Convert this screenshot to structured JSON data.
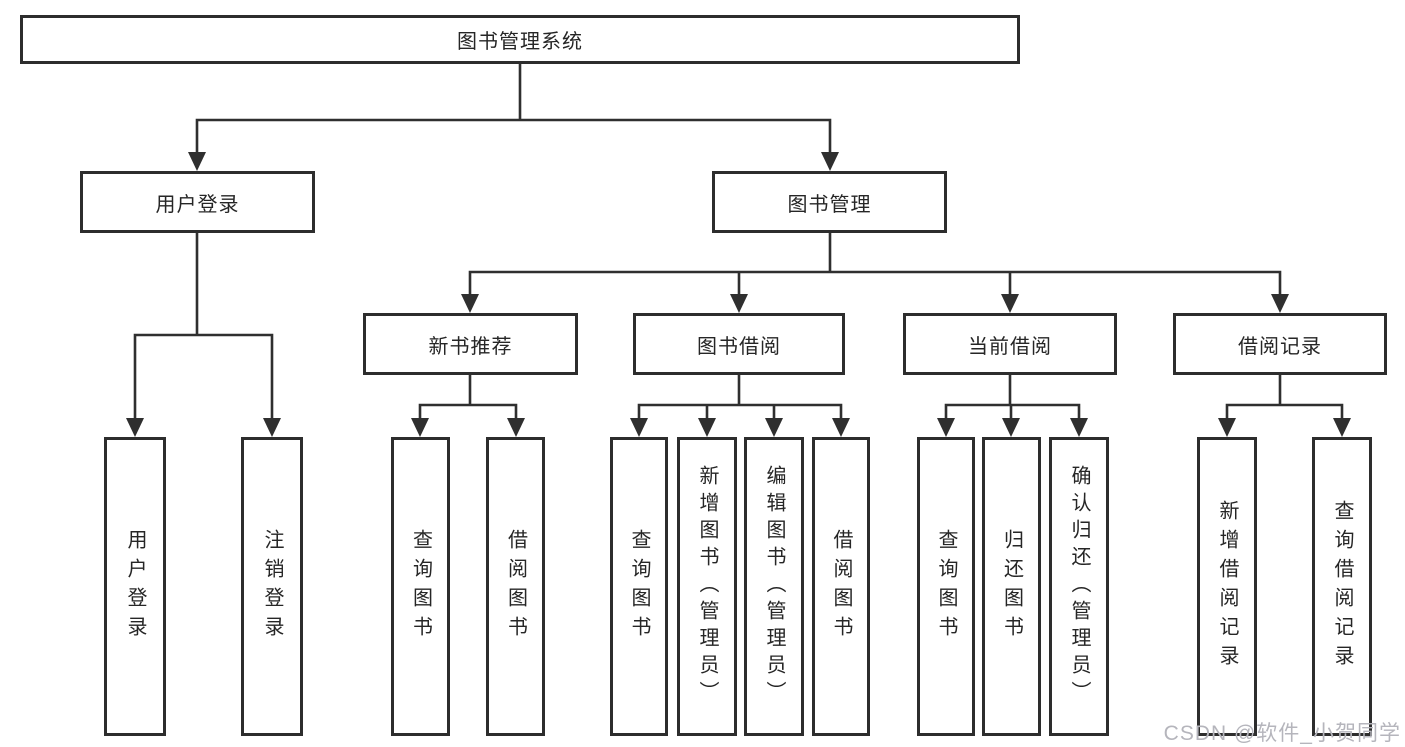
{
  "diagram": {
    "type": "hierarchy-tree",
    "tree": {
      "root": {
        "label": "图书管理系统"
      },
      "level2": [
        {
          "label": "用户登录"
        },
        {
          "label": "图书管理"
        }
      ],
      "level3": [
        {
          "label": "新书推荐"
        },
        {
          "label": "图书借阅"
        },
        {
          "label": "当前借阅"
        },
        {
          "label": "借阅记录"
        }
      ],
      "groups": [
        {
          "parent": "用户登录",
          "leaves": [
            {
              "label": "用户登录"
            },
            {
              "label": "注销登录"
            }
          ]
        },
        {
          "parent": "新书推荐",
          "leaves": [
            {
              "label": "查询图书"
            },
            {
              "label": "借阅图书"
            }
          ]
        },
        {
          "parent": "图书借阅",
          "leaves": [
            {
              "label": "查询图书"
            },
            {
              "label": "新增图书（管理员）"
            },
            {
              "label": "编辑图书（管理员）"
            },
            {
              "label": "借阅图书"
            }
          ]
        },
        {
          "parent": "当前借阅",
          "leaves": [
            {
              "label": "查询图书"
            },
            {
              "label": "归还图书"
            },
            {
              "label": "确认归还（管理员）"
            }
          ]
        },
        {
          "parent": "借阅记录",
          "leaves": [
            {
              "label": "新增借阅记录"
            },
            {
              "label": "查询借阅记录"
            }
          ]
        }
      ]
    },
    "colors": {
      "line": "#2f2f2f",
      "border": "#2d2d2d",
      "text": "#262626",
      "watermark": "#b5b5bc",
      "background": "#ffffff"
    }
  },
  "watermark": "CSDN @软件_小贺同学"
}
